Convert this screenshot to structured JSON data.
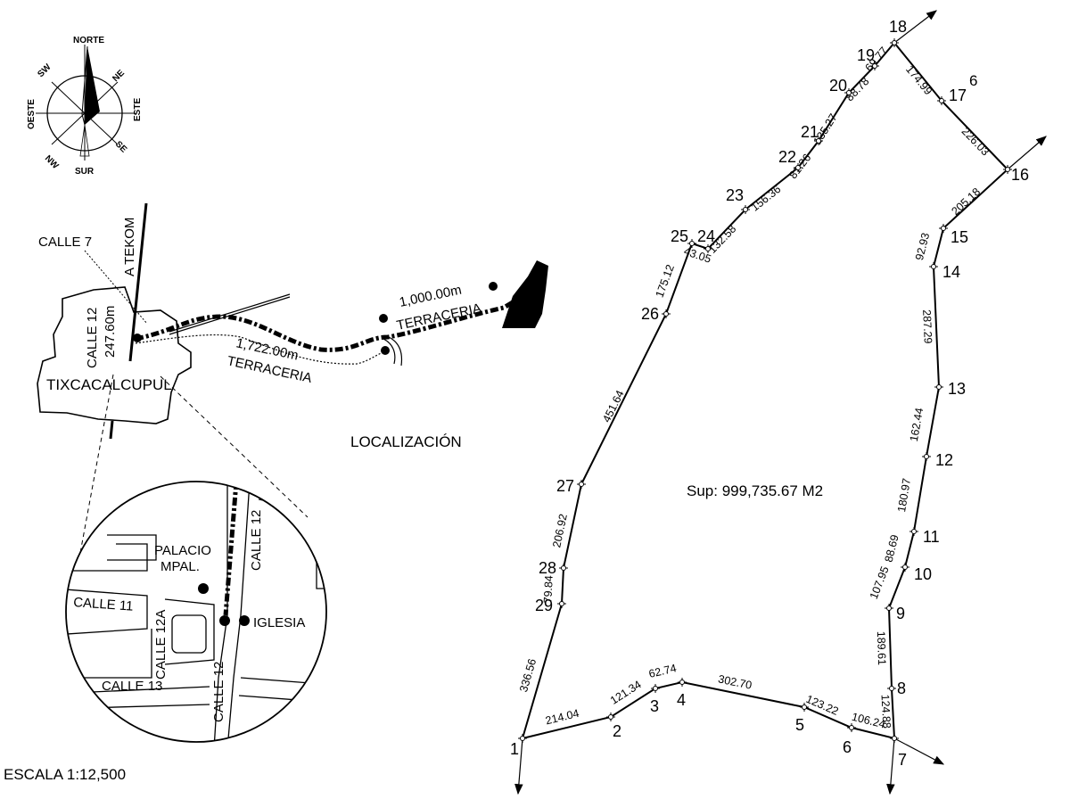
{
  "compass": {
    "north": "NORTE",
    "south": "SUR",
    "east": "ESTE",
    "west": "OESTE",
    "ne": "NE",
    "nw": "NW",
    "sw": "SW",
    "se": "SE"
  },
  "location": {
    "calle7": "CALLE 7",
    "a_tekom": "A TEKOM",
    "calle12": "CALLE 12",
    "dist_247": "247.60m",
    "town": "TIXCACALCUPUL",
    "dist_1000": "1,000.00m",
    "terraceria_1": "TERRACERIA",
    "dist_1722": "1,722.00m",
    "terraceria_2": "TERRACERIA",
    "title": "LOCALIZACIÓN"
  },
  "inset": {
    "palacio_1": "PALACIO",
    "palacio_2": "MPAL.",
    "iglesia": "IGLESIA",
    "calle11": "CALLE 11",
    "calle12a": "CALLE 12A",
    "calle12_top": "CALLE 12",
    "calle12_bottom": "CALLE 12",
    "calle13": "CALLE 13"
  },
  "scale": "ESCALA 1:12,500",
  "area": "Sup: 999,735.67 M2",
  "stray_mark": "6",
  "vertices": [
    "1",
    "2",
    "3",
    "4",
    "5",
    "6",
    "7",
    "8",
    "9",
    "10",
    "11",
    "12",
    "13",
    "14",
    "15",
    "16",
    "17",
    "18",
    "19",
    "20",
    "21",
    "22",
    "23",
    "24",
    "25",
    "26",
    "27",
    "28",
    "29"
  ],
  "segments": [
    "214.04",
    "121.34",
    "62.74",
    "302.70",
    "123.22",
    "106.24",
    "124.88",
    "189.61",
    "107.95",
    "88.69",
    "180.97",
    "162.44",
    "287.29",
    "92.93",
    "205.18",
    "226.03",
    "174.99",
    "69.77",
    "88.78",
    "135.27",
    "81.26",
    "156.36",
    "132.58",
    "43.05",
    "175.12",
    "451.64",
    "206.92",
    "79.84",
    "336.56"
  ]
}
